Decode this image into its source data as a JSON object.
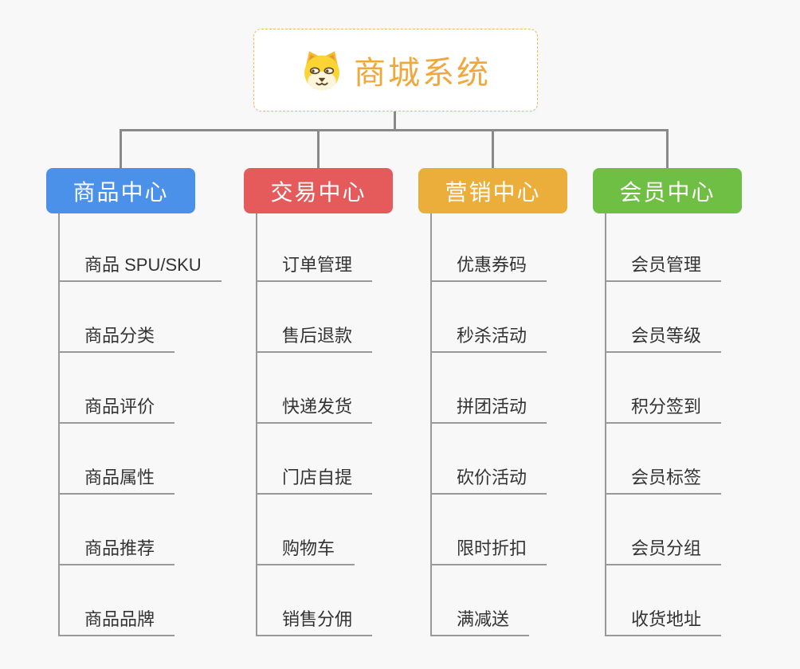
{
  "root": {
    "label": "商城系统",
    "color": "#F0A83C",
    "icon": "dog-face-icon"
  },
  "branches": [
    {
      "id": "product-center",
      "label": "商品中心",
      "color": "#4B90E9",
      "items": [
        "商品 SPU/SKU",
        "商品分类",
        "商品评价",
        "商品属性",
        "商品推荐",
        "商品品牌"
      ]
    },
    {
      "id": "trade-center",
      "label": "交易中心",
      "color": "#E55B5B",
      "items": [
        "订单管理",
        "售后退款",
        "快递发货",
        "门店自提",
        "购物车",
        "销售分佣"
      ]
    },
    {
      "id": "marketing-center",
      "label": "营销中心",
      "color": "#ECAE3B",
      "items": [
        "优惠券码",
        "秒杀活动",
        "拼团活动",
        "砍价活动",
        "限时折扣",
        "满减送"
      ]
    },
    {
      "id": "member-center",
      "label": "会员中心",
      "color": "#6FBF44",
      "items": [
        "会员管理",
        "会员等级",
        "积分签到",
        "会员标签",
        "会员分组",
        "收货地址"
      ]
    }
  ],
  "colors": {
    "background": "#F8F8F8",
    "connector": "#8A8A8A",
    "leaf_line": "#999999",
    "leaf_text": "#333333",
    "root_border": "#F0BB5C"
  }
}
